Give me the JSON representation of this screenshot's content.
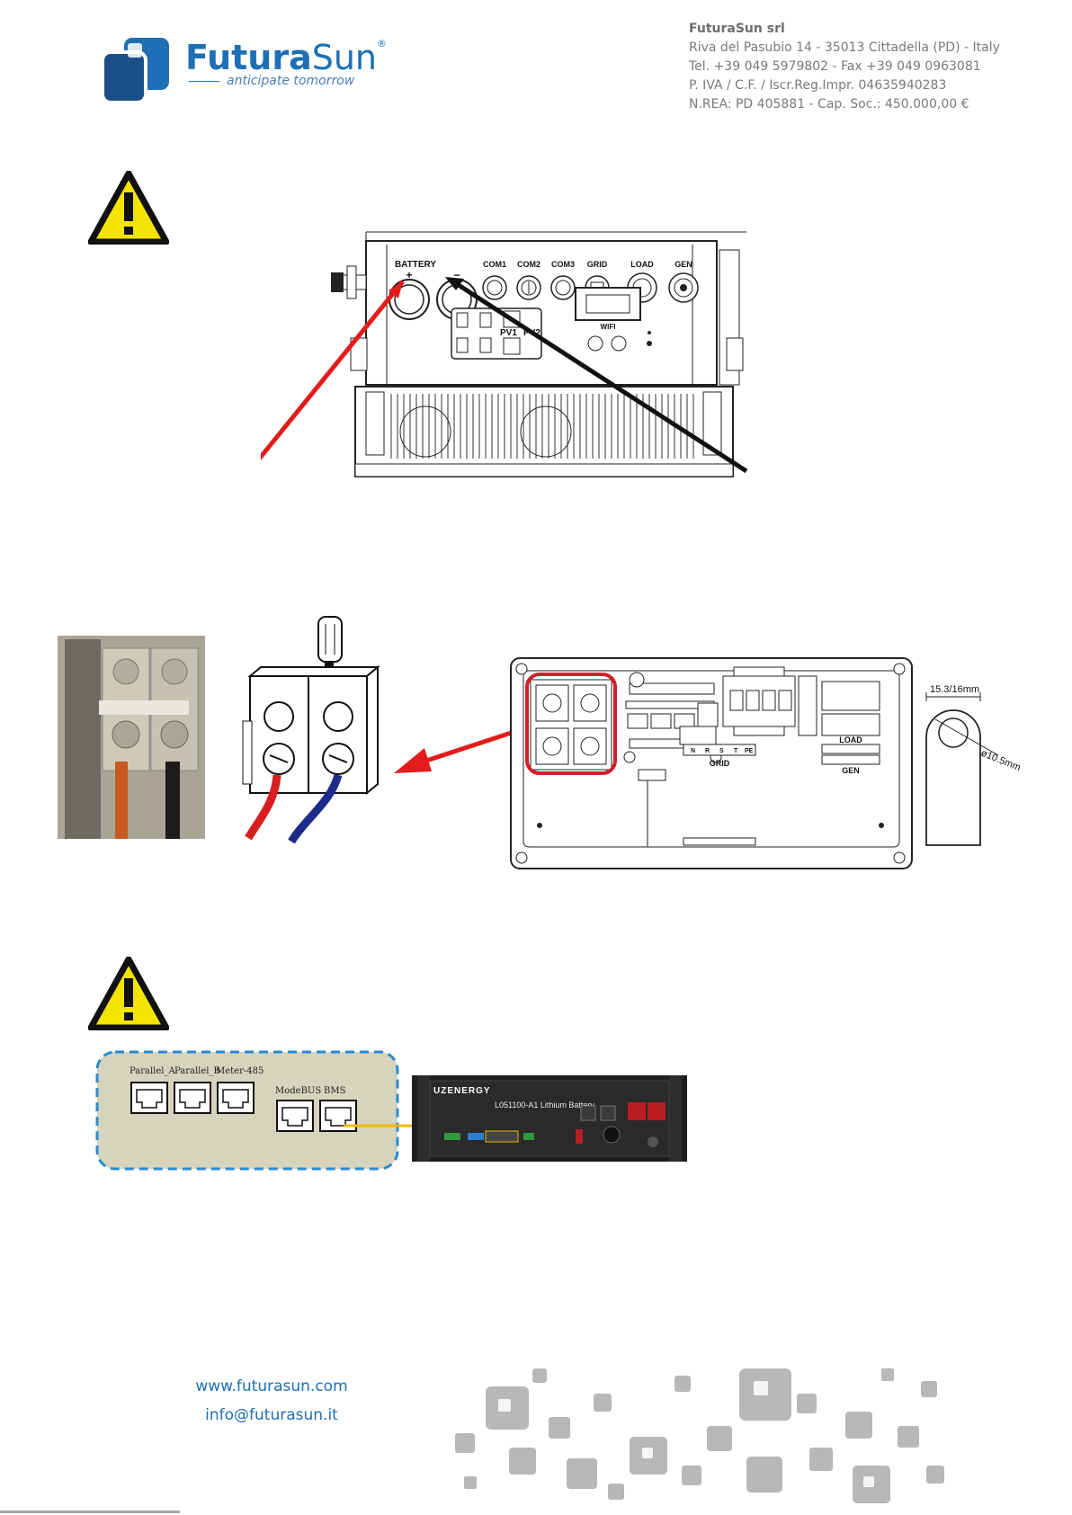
{
  "logo": {
    "brand_part1": "Futura",
    "brand_part2": "Sun",
    "registered": "®",
    "tagline": "anticipate tomorrow",
    "colors": {
      "brand_blue": "#1e6fb5",
      "icon_dark": "#1a4f86"
    }
  },
  "company": {
    "name": "FuturaSun srl",
    "address": "Riva del Pasubio 14 - 35013 Cittadella (PD) - Italy",
    "phone": "Tel. +39 049 5979802 - Fax +39 049 0963081",
    "vat": "P. IVA / C.F. / Iscr.Reg.Impr. 04635940283",
    "rea": "N.REA: PD 405881 - Cap. Soc.: 450.000,00 €"
  },
  "inverter_bottom": {
    "battery": "BATTERY",
    "plus": "+",
    "minus": "−",
    "com1": "COM1",
    "com2": "COM2",
    "com3": "COM3",
    "grid": "GRID",
    "load": "LOAD",
    "gen": "GEN",
    "pv1": "PV1",
    "pv2": "PV2",
    "wifi": "WIFI"
  },
  "terminal_board": {
    "grid_terms": [
      "N",
      "R",
      "S",
      "T",
      "PE"
    ],
    "grid": "GRID",
    "load": "LOAD",
    "gen": "GEN",
    "ring_width": "15.3/16mm",
    "ring_hole": "ø10.5mm"
  },
  "comm_ports": {
    "parallel_a": "Parallel_A",
    "parallel_b": "Parallel_B",
    "meter": "Meter-485",
    "modbus": "ModeBUS",
    "bms": "BMS"
  },
  "battery": {
    "brand": "UZENERGY",
    "model": "L051100-A1 Lithium Battery"
  },
  "footer": {
    "website": "www.futurasun.com",
    "email": "info@futurasun.it"
  },
  "colors": {
    "warning_yellow": "#f5e400",
    "arrow_red": "#e41b1b",
    "arrow_black": "#111111",
    "highlight_red": "#d0202b",
    "panel_beige": "#d6d4bc",
    "panel_border_blue": "#2a8ad4",
    "bms_cable": "#f2b705",
    "footer_grey": "#b8b8b8"
  }
}
